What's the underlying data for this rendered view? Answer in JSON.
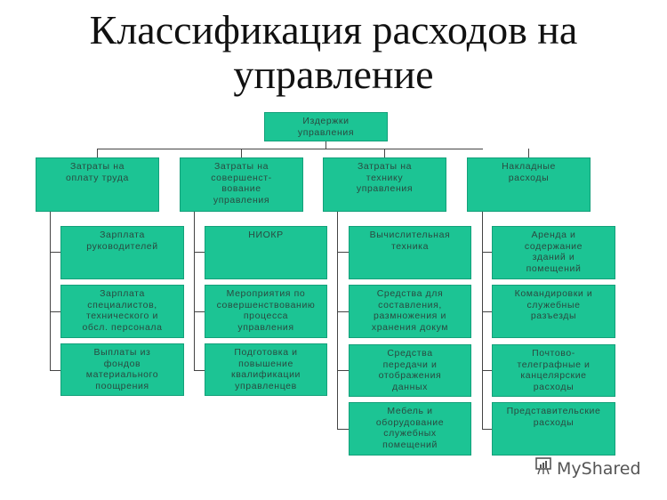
{
  "title": {
    "line1": "Классификация расходов на",
    "line2": "управление"
  },
  "root": {
    "label": "Издержки\nуправления"
  },
  "categories": [
    {
      "label": "Затраты на\nоплату труда",
      "items": [
        "Зарплата\nруководителей",
        "Зарплата\nспециалистов,\nтехнического и\nобсл. персонала",
        "Выплаты из\nфондов\nматериального\nпоощрения"
      ]
    },
    {
      "label": "Затраты на\nсовершенст-\nвование\nуправления",
      "items": [
        "НИОКР",
        "Мероприятия по\nсовершенствованию\nпроцесса\nуправления",
        "Подготовка и\nповышение\nквалификации\nуправленцев"
      ]
    },
    {
      "label": "Затраты на\nтехнику\nуправления",
      "items": [
        "Вычислительная\nтехника",
        "Средства для\nсоставления,\nразмножения и\nхранения докум",
        "Средства\nпередачи и\nотображения\nданных",
        "Мебель и\nоборудование\nслужебных\nпомещений"
      ]
    },
    {
      "label": "Накладные\nрасходы",
      "items": [
        "Аренда и\nсодержание\nзданий и\nпомещений",
        "Командировки и\nслужебные\nразъезды",
        "Почтово-\nтелеграфные и\nканцелярские\nрасходы",
        "Представительские\nрасходы"
      ]
    }
  ],
  "watermark": {
    "text": "MyShared",
    "icon": "presentation-board-icon"
  },
  "colors": {
    "box_fill": "#1cc494",
    "box_border": "#13a07a",
    "connector": "#444444"
  }
}
